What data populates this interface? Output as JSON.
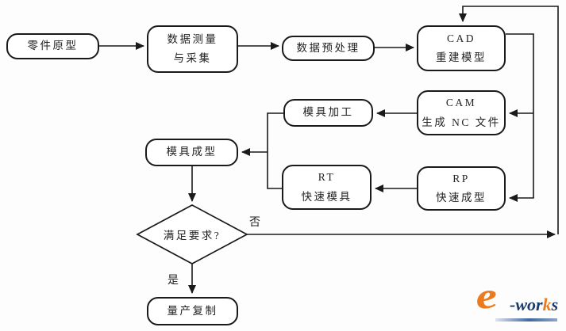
{
  "diagram": {
    "nodes": {
      "part_prototype": {
        "label": "零件原型"
      },
      "data_acquisition": {
        "line1": "数据测量",
        "line2": "与采集"
      },
      "preprocess": {
        "label": "数据预处理"
      },
      "cad": {
        "line1": "CAD",
        "line2": "重建模型"
      },
      "cam": {
        "line1": "CAM",
        "line2": "生成 NC 文件"
      },
      "mold_machining": {
        "label": "模具加工"
      },
      "mold_forming": {
        "label": "模具成型"
      },
      "rt": {
        "line1": "RT",
        "line2": "快速模具"
      },
      "rp": {
        "line1": "RP",
        "line2": "快速成型"
      },
      "decision": {
        "label": "满足要求?"
      },
      "mass_copy": {
        "label": "量产复制"
      }
    },
    "edge_labels": {
      "yes": "是",
      "no": "否"
    }
  },
  "logo": {
    "e_glyph": "e",
    "text_navy1": "-wor",
    "text_orange": "k",
    "text_navy2": "s"
  },
  "colors": {
    "line": "#1a1a1a",
    "text": "#222222",
    "box_fill": "#ffffff",
    "background": "#fdfdfd",
    "logo_navy": "#1c3b6d",
    "logo_orange": "#ec7b1e",
    "logo_bar_light": "#dde4f0",
    "logo_bar_dark": "#44689f"
  }
}
